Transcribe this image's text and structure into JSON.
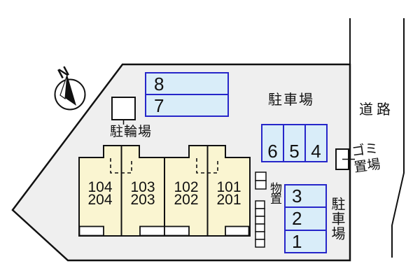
{
  "title": "site-plan-diagram",
  "compass": {
    "north_label": "N"
  },
  "labels": {
    "bicycle_parking": "駐輪場",
    "parking_lot": "駐車場",
    "road": "道路",
    "storage": "物置",
    "garbage_line1": "ゴミ",
    "garbage_line2": "置場",
    "side_parking_vertical": "駐車場"
  },
  "building": {
    "units": [
      {
        "line1": "104",
        "line2": "204"
      },
      {
        "line1": "103",
        "line2": "203"
      },
      {
        "line1": "102",
        "line2": "202"
      },
      {
        "line1": "101",
        "line2": "201"
      }
    ]
  },
  "parking_spaces": {
    "block_87": [
      "8",
      "7"
    ],
    "block_654": [
      "6",
      "5",
      "4"
    ],
    "block_321": [
      "3",
      "2",
      "1"
    ]
  },
  "colors": {
    "site_fill": "#efefef",
    "building_fill": "#faf5d1",
    "parking_fill": "#d9edf9",
    "parking_border": "#2626c9",
    "line": "#111111",
    "background": "#ffffff"
  }
}
